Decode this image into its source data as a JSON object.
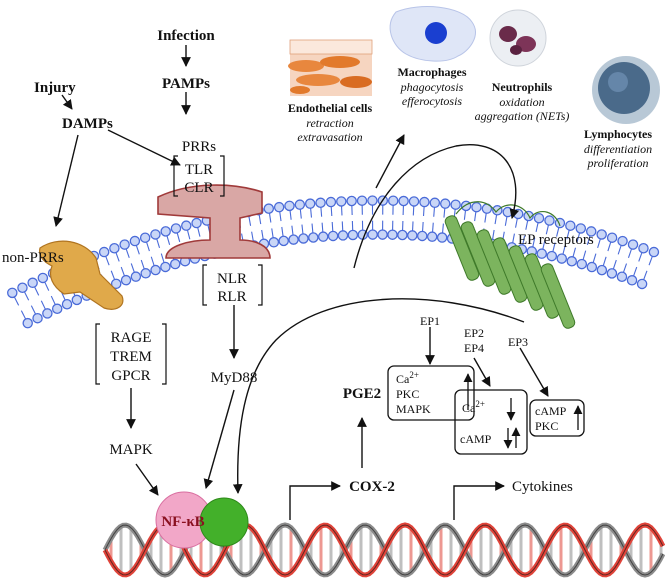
{
  "stimuli": {
    "injury": "Injury",
    "damps": "DAMPs",
    "infection": "Infection",
    "pamps": "PAMPs"
  },
  "receptors": {
    "prrs": "PRRs",
    "tlr": "TLR",
    "clr": "CLR",
    "nlr": "NLR",
    "rlr": "RLR",
    "non_prrs": "non-PRRs",
    "rage": "RAGE",
    "trem": "TREM",
    "gpcr": "GPCR",
    "ep_receptors": "EP receptors"
  },
  "signaling": {
    "myd88": "MyD88",
    "mapk": "MAPK",
    "nfkb": "NF-κB",
    "cox2": "COX-2",
    "pge2": "PGE2",
    "cytokines": "Cytokines"
  },
  "ep_subtypes": {
    "ep1": "EP1",
    "ep2": "EP2",
    "ep4": "EP4",
    "ep3": "EP3",
    "box1": {
      "ca": "Ca",
      "ca_sup": "2+",
      "pkc": "PKC",
      "mapk": "MAPK"
    },
    "box2": {
      "ca": "Ca",
      "ca_sup": "2+",
      "camp": "cAMP"
    },
    "box3": {
      "camp": "cAMP",
      "pkc": "PKC"
    }
  },
  "cells": {
    "endothelial": {
      "name": "Endothelial cells",
      "line1": "retraction",
      "line2": "extravasation"
    },
    "macrophages": {
      "name": "Macrophages",
      "line1": "phagocytosis",
      "line2": "efferocytosis"
    },
    "neutrophils": {
      "name": "Neutrophils",
      "line1": "oxidation",
      "line2": "aggregation (NETs)"
    },
    "lymphocytes": {
      "name": "Lymphocytes",
      "line1": "differentiation",
      "line2": "proliferation"
    }
  },
  "colors": {
    "membrane_head": "#4a6bd8",
    "membrane_head_fill": "#c9d6f7",
    "prr_receptor": "#d9a7a5",
    "nonprr_receptor": "#e0a94a",
    "ep_receptor": "#7cb45e",
    "nfkb_pink": "#f2a7c8",
    "nfkb_green": "#43b02a",
    "dna_red": "#e0443a",
    "dna_grey": "#8c8c8c"
  }
}
